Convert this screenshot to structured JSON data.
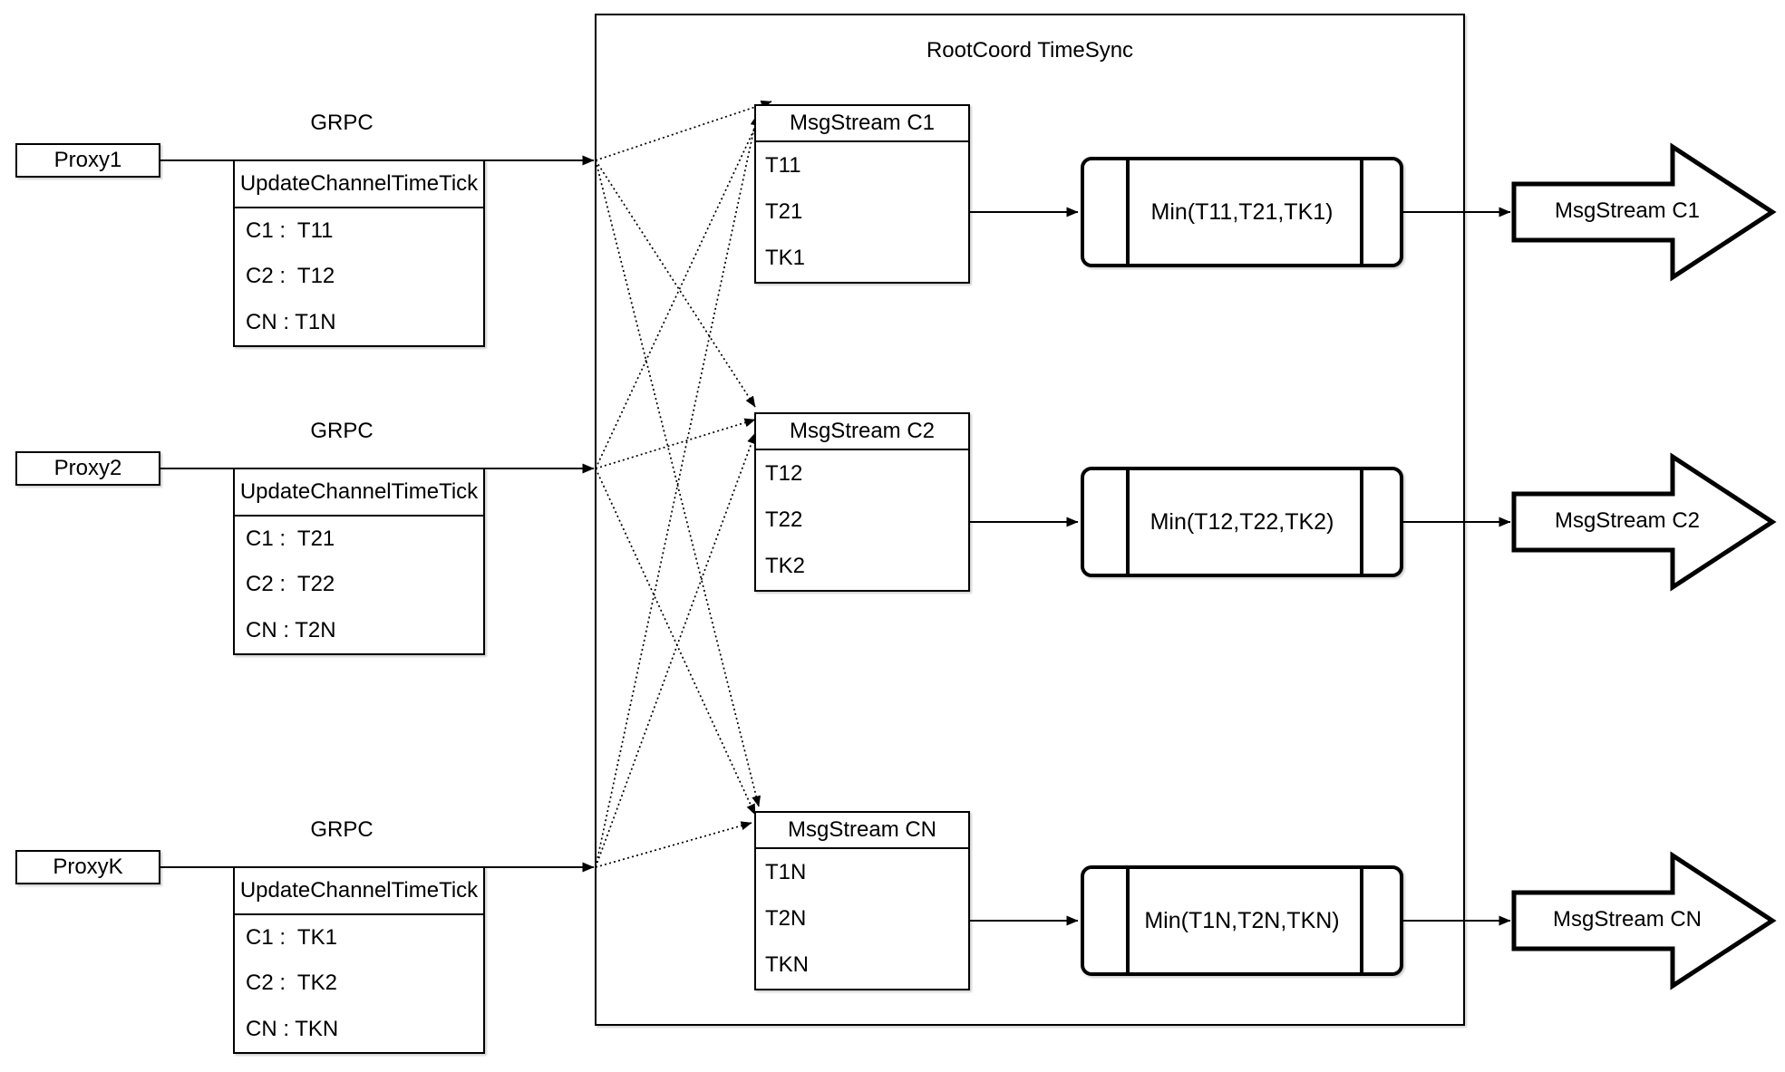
{
  "diagram": {
    "title": "RootCoord TimeSync",
    "colors": {
      "stroke": "#000000",
      "background": "#ffffff"
    },
    "proxies": [
      {
        "label": "Proxy1",
        "protocol_label": "GRPC",
        "message_table": {
          "header": "UpdateChannelTimeTick",
          "rows": [
            "C1 :  T11",
            "C2 :  T12",
            "CN : T1N"
          ]
        }
      },
      {
        "label": "Proxy2",
        "protocol_label": "GRPC",
        "message_table": {
          "header": "UpdateChannelTimeTick",
          "rows": [
            "C1 :  T21",
            "C2 :  T22",
            "CN : T2N"
          ]
        }
      },
      {
        "label": "ProxyK",
        "protocol_label": "GRPC",
        "message_table": {
          "header": "UpdateChannelTimeTick",
          "rows": [
            "C1 :  TK1",
            "C2 :  TK2",
            "CN : TKN"
          ]
        }
      }
    ],
    "streams": [
      {
        "collect_table": {
          "header": "MsgStream C1",
          "rows": [
            "T11",
            "T21",
            "TK1"
          ]
        },
        "min_label": "Min(T11,T21,TK1)",
        "output_label": "MsgStream C1"
      },
      {
        "collect_table": {
          "header": "MsgStream C2",
          "rows": [
            "T12",
            "T22",
            "TK2"
          ]
        },
        "min_label": "Min(T12,T22,TK2)",
        "output_label": "MsgStream C2"
      },
      {
        "collect_table": {
          "header": "MsgStream CN",
          "rows": [
            "T1N",
            "T2N",
            "TKN"
          ]
        },
        "min_label": "Min(T1N,T2N,TKN)",
        "output_label": "MsgStream CN"
      }
    ]
  }
}
